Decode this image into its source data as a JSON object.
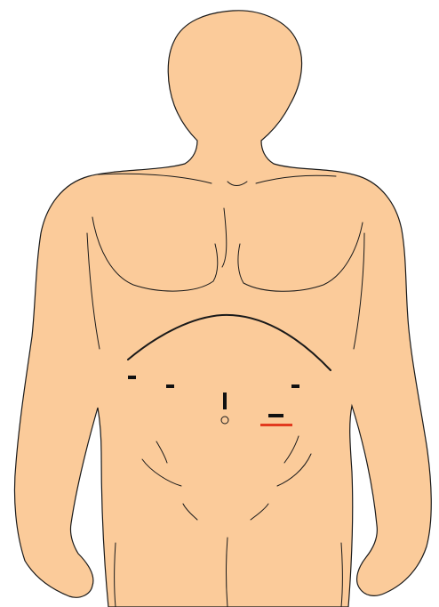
{
  "diagram": {
    "subject": "torso-port-placement",
    "colors": {
      "skin": "#FBCB9A",
      "outline": "#1a1a1a",
      "incision": "#111111",
      "highlight_incision": "#E23A1E",
      "background": "#ffffff"
    },
    "markers": [
      {
        "id": "port-left-lateral",
        "kind": "short-horizontal"
      },
      {
        "id": "port-left-medial",
        "kind": "short-horizontal"
      },
      {
        "id": "port-umbilical",
        "kind": "vertical"
      },
      {
        "id": "umbilicus",
        "kind": "circle"
      },
      {
        "id": "port-right-medial",
        "kind": "short-horizontal"
      },
      {
        "id": "port-right-lower",
        "kind": "horizontal"
      },
      {
        "id": "extraction-incision",
        "kind": "red-horizontal"
      }
    ]
  }
}
